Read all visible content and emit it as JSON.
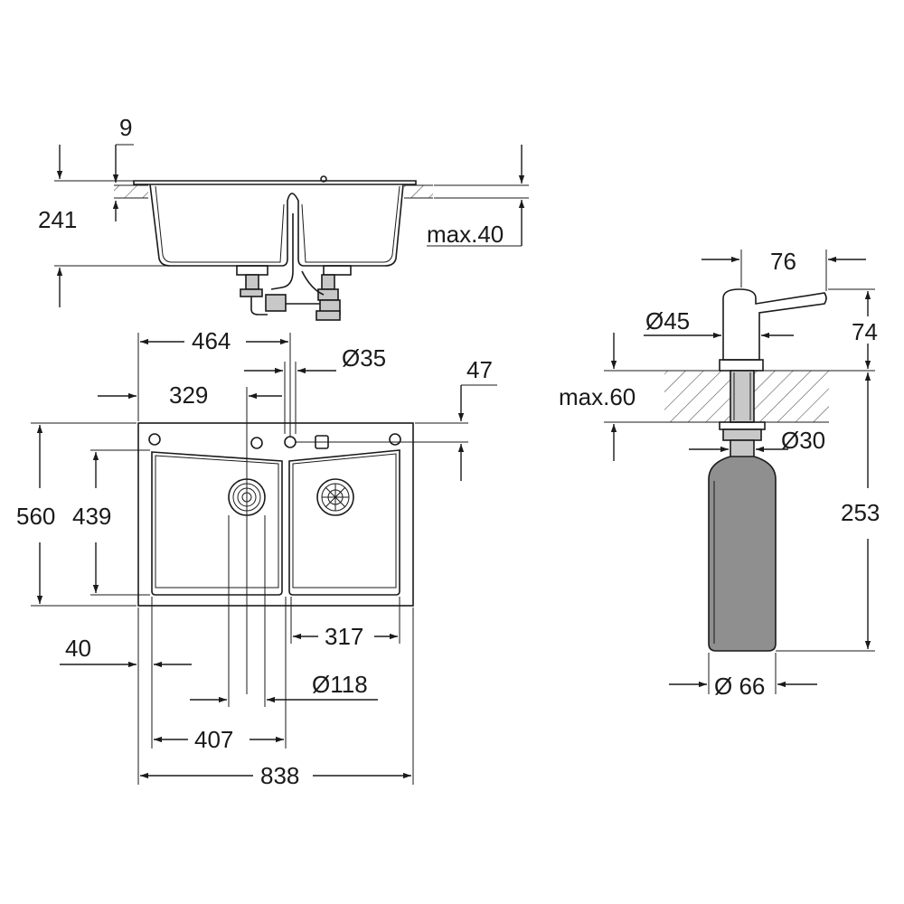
{
  "dimensions": {
    "section_lip": "9",
    "section_depth": "241",
    "section_worktop": "max.40",
    "plan_hole_span": "464",
    "plan_hole_dia": "Ø35",
    "plan_bowl_offset": "329",
    "plan_hole_inset": "47",
    "plan_depth": "560",
    "plan_bowl_depth": "439",
    "plan_right_bowl": "317",
    "plan_edge": "40",
    "plan_drain_dia": "Ø118",
    "plan_left_bowl": "407",
    "plan_width": "838",
    "dispenser_reach": "76",
    "dispenser_head_dia": "Ø45",
    "dispenser_head_height": "74",
    "dispenser_worktop": "max.60",
    "dispenser_hole_dia": "Ø30",
    "dispenser_length": "253",
    "dispenser_bottle_dia": "Ø 66"
  },
  "colors": {
    "line": "#1a1a1a",
    "background": "#ffffff",
    "bottle_fill": "#8f8f8f"
  }
}
